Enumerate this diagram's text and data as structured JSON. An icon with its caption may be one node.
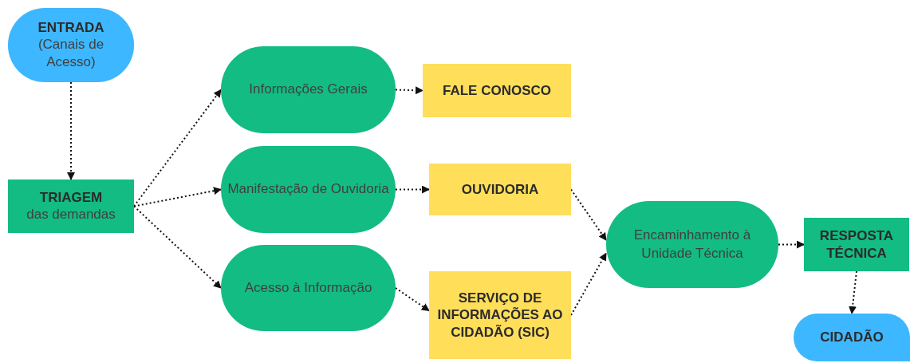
{
  "diagram": {
    "nodes": [
      {
        "text": [
          "ENTRADA",
          "(Canais de Acesso)"
        ]
      },
      {
        "text": [
          "TRIAGEM",
          "das demandas"
        ]
      },
      {
        "text": [
          "Informações Gerais"
        ]
      },
      {
        "text": [
          "FALE CONOSCO"
        ]
      },
      {
        "text": [
          "Manifestação de Ouvidoria"
        ]
      },
      {
        "text": [
          "OUVIDORIA"
        ]
      },
      {
        "text": [
          "Acesso à Informação"
        ]
      },
      {
        "text": [
          "SERVIÇO DE INFORMAÇÕES AO CIDADÃO (SIC)"
        ]
      },
      {
        "text": [
          "Encaminhamento à Unidade Técnica"
        ]
      },
      {
        "text": [
          "RESPOSTA TÉCNICA"
        ]
      },
      {
        "text": [
          "CIDADÃO"
        ]
      }
    ],
    "edges": [
      {
        "from": 0,
        "to": 1,
        "arrow": "to"
      },
      {
        "from": 1,
        "to": 2,
        "arrow": "to"
      },
      {
        "from": 1,
        "to": 4,
        "arrow": "to"
      },
      {
        "from": 1,
        "to": 6,
        "arrow": "to"
      },
      {
        "from": 2,
        "to": 3,
        "arrow": "to"
      },
      {
        "from": 4,
        "to": 5,
        "arrow": "to"
      },
      {
        "from": 6,
        "to": 7,
        "arrow": "to"
      },
      {
        "from": 5,
        "to": 8,
        "arrow": "to"
      },
      {
        "from": 7,
        "to": 8,
        "arrow": "to"
      },
      {
        "from": 8,
        "to": 9,
        "arrow": "to"
      },
      {
        "from": 9,
        "to": 10,
        "arrow": "to"
      }
    ]
  }
}
